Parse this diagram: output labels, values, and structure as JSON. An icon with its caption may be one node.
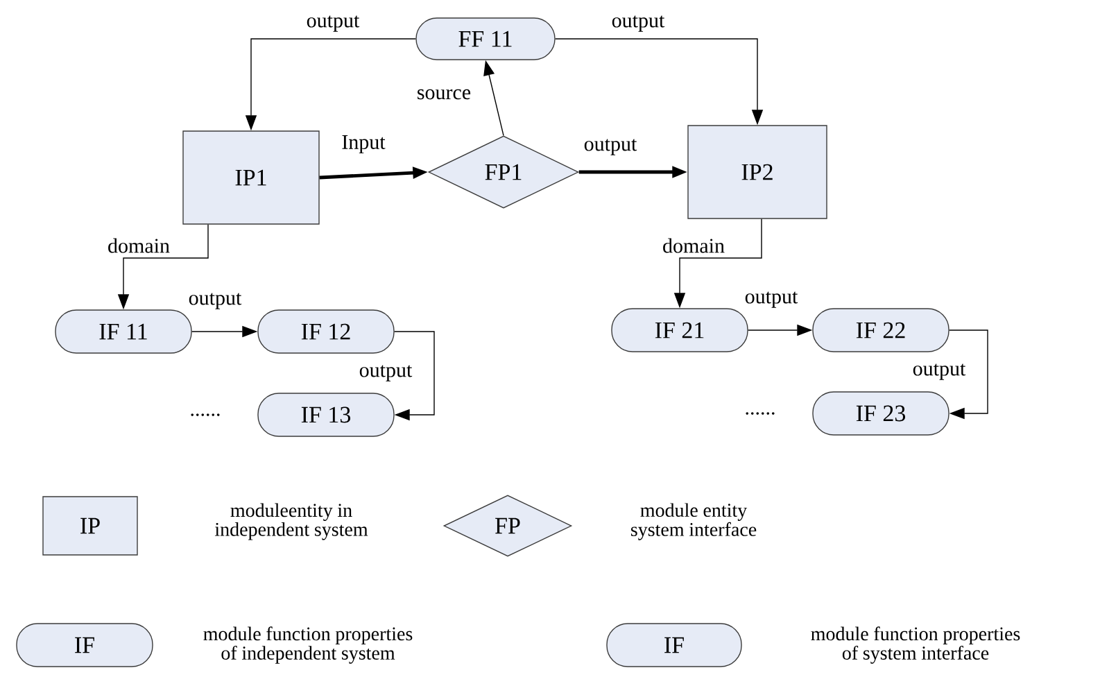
{
  "diagram": {
    "nodes": [
      {
        "text": [
          "FF 11"
        ]
      },
      {
        "text": [
          "IP1"
        ]
      },
      {
        "text": [
          "FP1"
        ]
      },
      {
        "text": [
          "IP2"
        ]
      },
      {
        "text": [
          "IF 11"
        ]
      },
      {
        "text": [
          "IF 12"
        ]
      },
      {
        "text": [
          "IF 13"
        ]
      },
      {
        "text": [
          "IF 21"
        ]
      },
      {
        "text": [
          "IF 22"
        ]
      },
      {
        "text": [
          "IF 23"
        ]
      },
      {
        "text": [
          "IP"
        ],
        "beside": [
          "moduleentity in independent system"
        ]
      },
      {
        "text": [
          "FP"
        ],
        "beside": [
          "module entity system interface"
        ]
      },
      {
        "text": [
          "IF"
        ],
        "beside": [
          "module function properties of independent system"
        ]
      },
      {
        "text": [
          "IF"
        ],
        "beside": [
          "module function properties of system interface"
        ]
      }
    ],
    "edges": [
      {
        "from": 0,
        "to": 1,
        "arrow": "to",
        "label": "output"
      },
      {
        "from": 0,
        "to": 3,
        "arrow": "to",
        "label": "output"
      },
      {
        "from": 1,
        "to": 2,
        "arrow": "to",
        "label": "Input",
        "style": "thick"
      },
      {
        "from": 2,
        "to": 3,
        "arrow": "to",
        "label": "output",
        "style": "thick"
      },
      {
        "from": 2,
        "to": 0,
        "arrow": "to",
        "label": "source"
      },
      {
        "from": 1,
        "to": 4,
        "arrow": "to",
        "label": "domain"
      },
      {
        "from": 3,
        "to": 7,
        "arrow": "to",
        "label": "domain"
      },
      {
        "from": 4,
        "to": 5,
        "arrow": "to",
        "label": "output"
      },
      {
        "from": 5,
        "to": 6,
        "arrow": "to",
        "label": "output"
      },
      {
        "from": 7,
        "to": 8,
        "arrow": "to",
        "label": "output"
      },
      {
        "from": 8,
        "to": 9,
        "arrow": "to",
        "label": "output"
      }
    ],
    "labels": [
      "......",
      "......"
    ]
  }
}
